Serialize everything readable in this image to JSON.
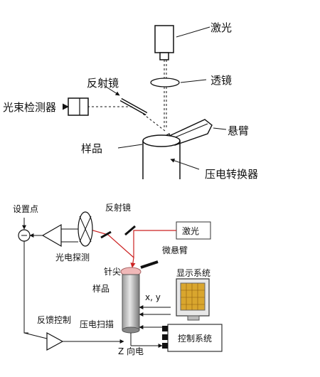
{
  "top": {
    "laser": "激光",
    "lens": "透镜",
    "mirror": "反射镜",
    "detector": "光束检测器",
    "cantilever": "悬臂",
    "sample": "样品",
    "scanner": "压电转换器"
  },
  "bottom": {
    "setpoint": "设置点",
    "mirror": "反射镜",
    "laser": "激光",
    "photodetector": "光电探测",
    "microcantilever": "微悬臂",
    "display": "显示系统",
    "tip": "针尖",
    "sample": "样品",
    "xy": "x, y",
    "feedback": "反馈控制",
    "piezo_scan": "压电扫描",
    "z_direction": "Z 向电",
    "control": "控制系统"
  },
  "colors": {
    "beam": "#cc2222",
    "sample_top": "#f0b8b8",
    "display_screen": "#d9a62e"
  }
}
